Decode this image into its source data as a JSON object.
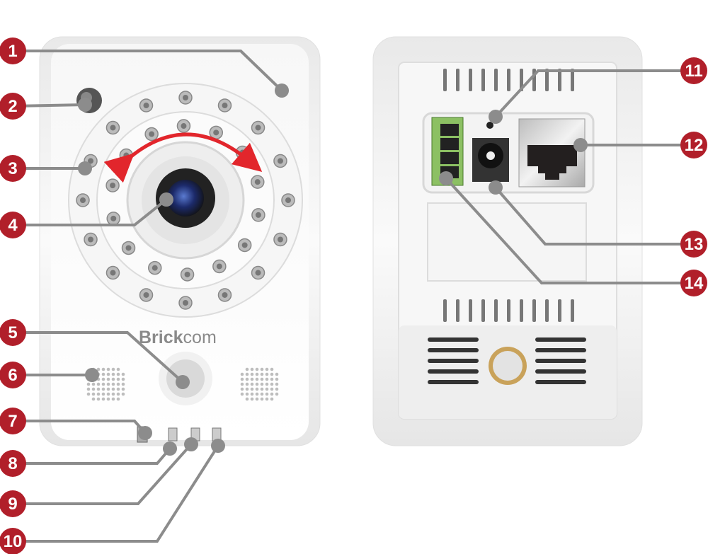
{
  "logo": {
    "bold": "Brick",
    "light": "com"
  },
  "callouts": [
    {
      "number": "1"
    },
    {
      "number": "2"
    },
    {
      "number": "3"
    },
    {
      "number": "4"
    },
    {
      "number": "5"
    },
    {
      "number": "6"
    },
    {
      "number": "7"
    },
    {
      "number": "8"
    },
    {
      "number": "9"
    },
    {
      "number": "10"
    },
    {
      "number": "11"
    },
    {
      "number": "12"
    },
    {
      "number": "13"
    },
    {
      "number": "14"
    }
  ],
  "colors": {
    "callout": "#b11f2a",
    "leader": "#8c8c8c",
    "terminal": "#8cc063",
    "arrow": "#e2262c"
  }
}
